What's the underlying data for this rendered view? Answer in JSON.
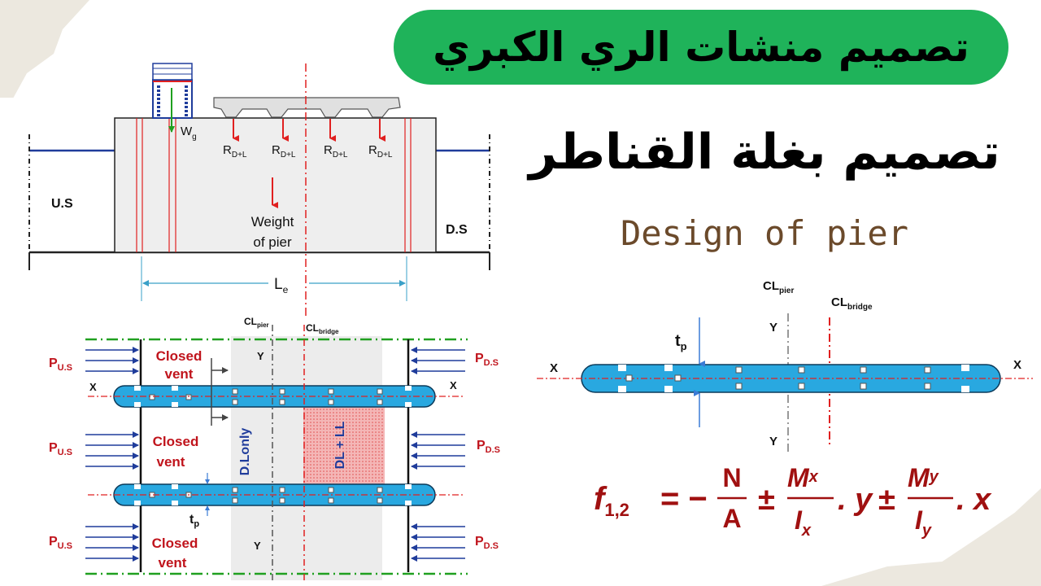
{
  "header": {
    "title_ar": "تصميم منشات الري الكبري"
  },
  "subtitle": {
    "ar": "تصميم بغلة القناطر",
    "en": "Design of pier"
  },
  "elevation": {
    "wg": "W",
    "wg_sub": "g",
    "reaction": "R",
    "reaction_sub": "D+L",
    "weight_line1": "Weight",
    "weight_line2": "of pier",
    "us": "U.S",
    "ds": "D.S",
    "le": "L",
    "le_sub": "e"
  },
  "plan": {
    "cl": "CL",
    "cl_pier_sub": "pier",
    "cl_bridge_sub": "bridge",
    "y": "Y",
    "x": "X",
    "closed": "Closed",
    "vent": "vent",
    "p": "P",
    "p_us_sub": "U.S",
    "p_ds_sub": "D.S",
    "dl_only": "D.Lonly",
    "dl_ll": "DL + LL",
    "tp": "t",
    "tp_sub": "p"
  },
  "section": {
    "cl": "CL",
    "cl_pier_sub": "pier",
    "cl_bridge_sub": "bridge",
    "tp": "t",
    "tp_sub": "p",
    "x": "X",
    "y": "Y"
  },
  "formula": {
    "f": "f",
    "f_sub": "1,2",
    "eq": "= −",
    "n": "N",
    "a": "A",
    "pm": "±",
    "mx": "M",
    "mx_sub": "x",
    "ix": "I",
    "ix_sub": "x",
    "dot_y": ". y",
    "my": "M",
    "my_sub": "y",
    "iy": "I",
    "iy_sub": "y",
    "dot_x": ". x"
  },
  "colors": {
    "banner": "#1fb35a",
    "pier_blue": "#29a8e0",
    "arrow_red": "#e02020",
    "label_red": "#c0141c",
    "navy": "#1f3c9b",
    "subtitle_en": "#6b4a2b"
  }
}
